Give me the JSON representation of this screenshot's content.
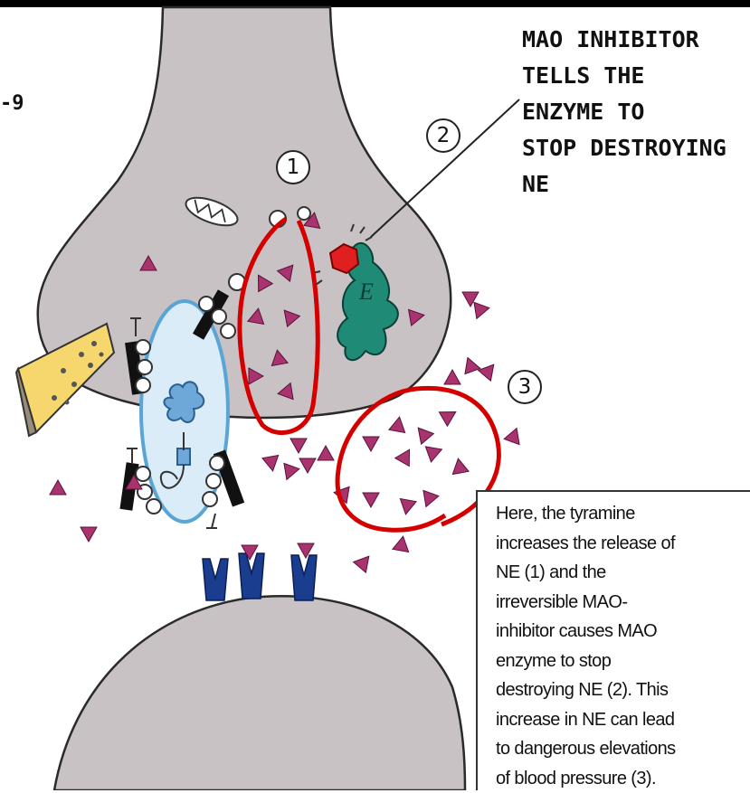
{
  "heading": {
    "lines": [
      "MAO INHIBITOR",
      "TELLS THE",
      "ENZYME TO",
      "STOP DESTROYING",
      "NE"
    ]
  },
  "edge_label": "-9",
  "callouts": {
    "one": "1",
    "two": "2",
    "three": "3"
  },
  "enzyme_letter": "E",
  "caption": {
    "lines": [
      "Here, the tyramine",
      "increases the release of",
      "NE (1) and the",
      "irreversible MAO-",
      "inhibitor causes MAO",
      "enzyme to stop",
      "destroying NE (2).  This",
      "increase in NE can lead",
      "to dangerous elevations",
      "of blood pressure (3)."
    ]
  },
  "colors": {
    "neuron": "#c9c2c5",
    "ne_molecule": "#a8336e",
    "enzyme": "#1f8a76",
    "inhibitor": "#e02020",
    "highlight_circle": "#d40000",
    "receptor": "#1a3d8f",
    "vesicle": "#d9ecf7",
    "cheese": "#f5d76e"
  },
  "icons": [
    "mitochondrion-icon",
    "cheese-icon",
    "mao-enzyme-icon",
    "mao-inhibitor-icon",
    "transporter-vesicle-icon",
    "receptor-icon"
  ]
}
